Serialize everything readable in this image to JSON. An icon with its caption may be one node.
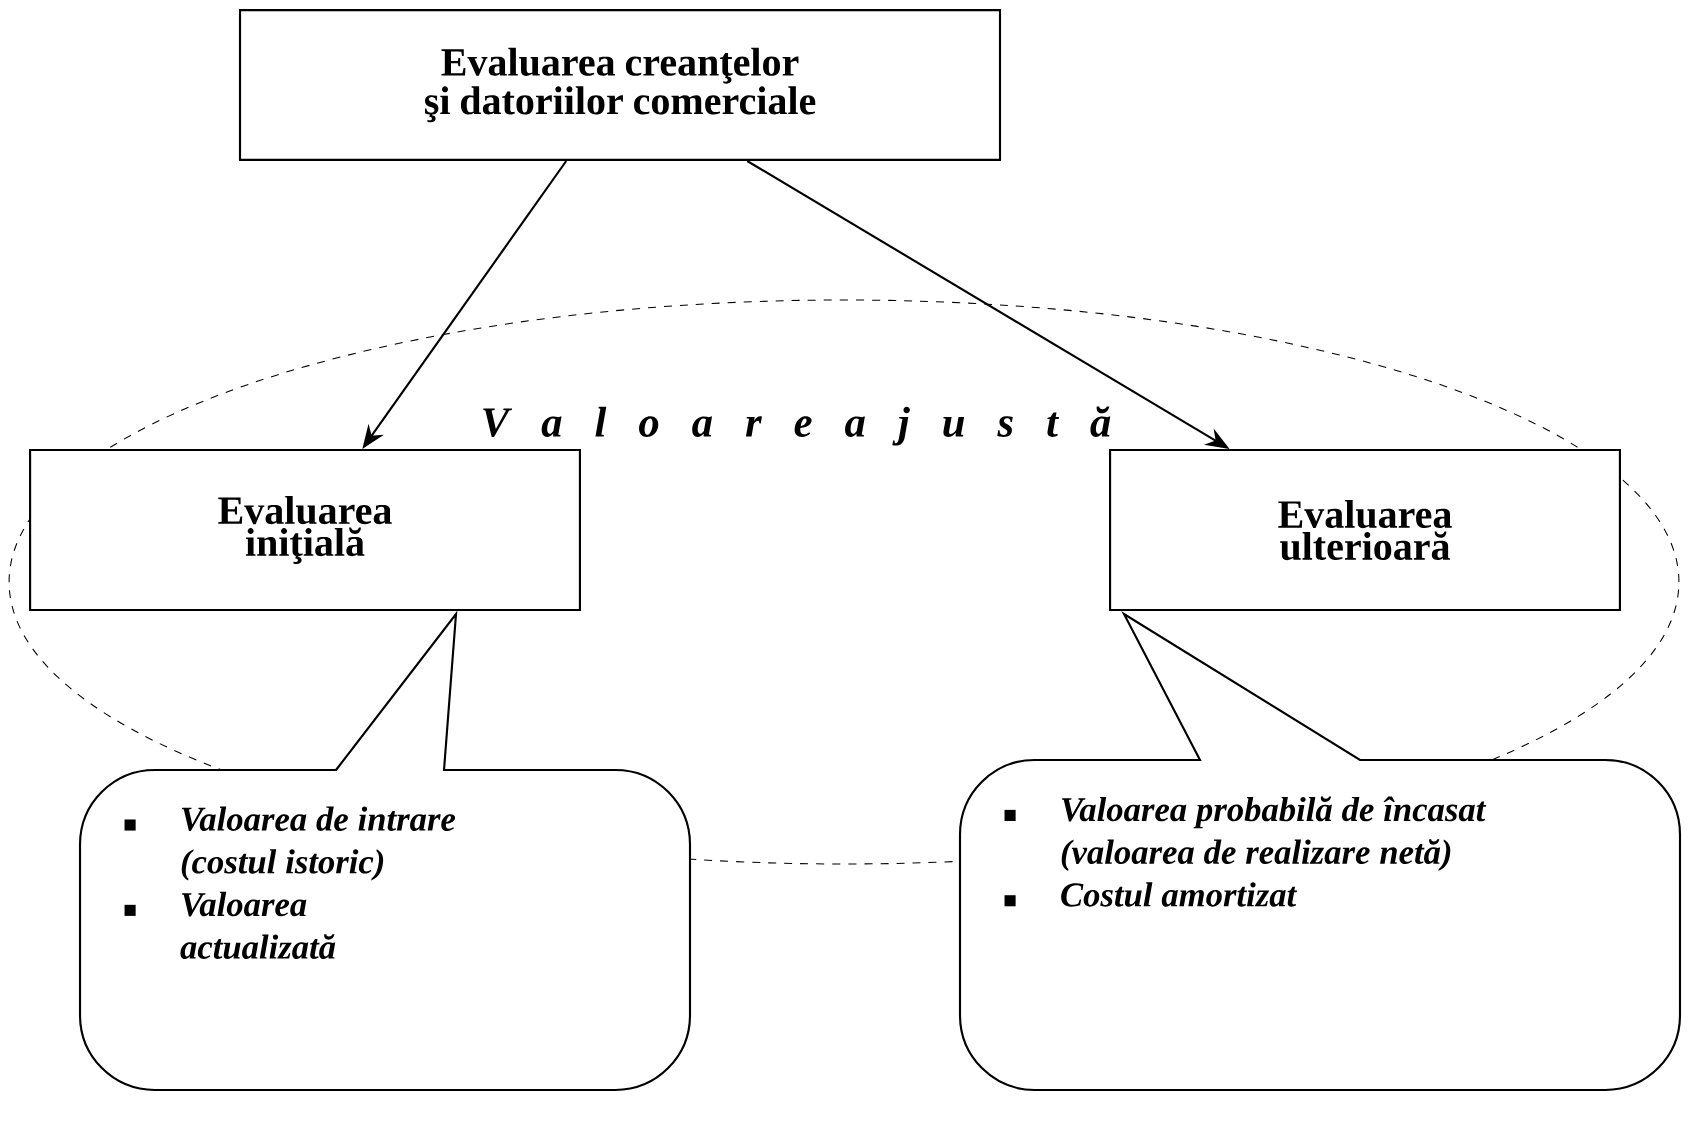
{
  "diagram": {
    "nodes": [
      {
        "text": [
          "Evaluarea creanţelor şi datoriilor comerciale"
        ]
      },
      {
        "text": [
          "V a l o a r e a j u s t ă"
        ]
      },
      {
        "text": [
          "Evaluarea iniţială"
        ],
        "in": 1
      },
      {
        "text": [
          "Evaluarea ulterioară"
        ],
        "in": 1
      },
      {
        "text": [
          "Valoarea de intrare (costul istoric)",
          "Valoarea actualizată"
        ]
      },
      {
        "text": [
          "Valoarea probabilă de încasat (valoarea de realizare netă)",
          "Costul amortizat"
        ]
      }
    ],
    "edges": [
      {
        "from": 0,
        "to": 2,
        "arrow": "to"
      },
      {
        "from": 0,
        "to": 3,
        "arrow": "to"
      }
    ]
  }
}
